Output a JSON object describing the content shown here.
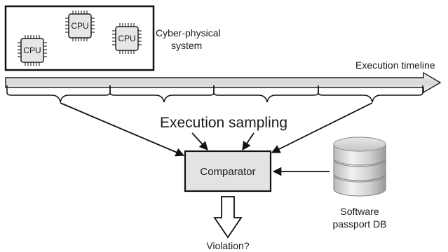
{
  "system": {
    "cpus": [
      "CPU",
      "CPU",
      "CPU"
    ],
    "label_line1": "Cyber-physical",
    "label_line2": "system"
  },
  "timeline": {
    "label": "Execution timeline"
  },
  "sampling": {
    "label": "Execution sampling"
  },
  "comparator": {
    "label": "Comparator"
  },
  "database": {
    "label_line1": "Software",
    "label_line2": "passport DB"
  },
  "output": {
    "label": "Violation?"
  }
}
